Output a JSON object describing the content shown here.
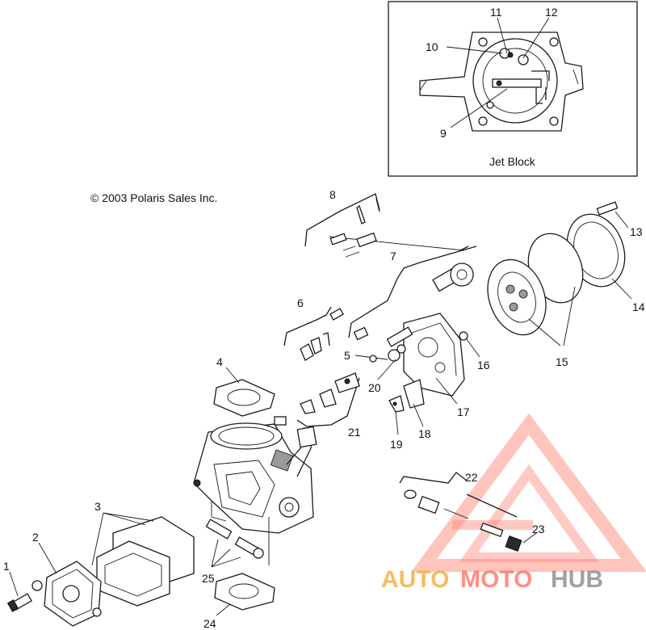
{
  "copyright": "© 2003 Polaris Sales Inc.",
  "inset": {
    "title": "Jet Block"
  },
  "callouts": {
    "c1": "1",
    "c2": "2",
    "c3": "3",
    "c4": "4",
    "c5": "5",
    "c6": "6",
    "c7": "7",
    "c8": "8",
    "c9": "9",
    "c10": "10",
    "c11": "11",
    "c12": "12",
    "c13": "13",
    "c14": "14",
    "c15": "15",
    "c16": "16",
    "c17": "17",
    "c18": "18",
    "c19": "19",
    "c20": "20",
    "c21": "21",
    "c22": "22",
    "c23": "23",
    "c24": "24",
    "c25": "25"
  },
  "watermark": {
    "part1": "AUTO",
    "part2": "MOTO",
    "part3": "HUB"
  },
  "colors": {
    "watermark_orange": "#f5b04a",
    "watermark_red": "#ff6a5a",
    "watermark_gray": "#8a8a8a",
    "line": "#1a1a1a"
  }
}
